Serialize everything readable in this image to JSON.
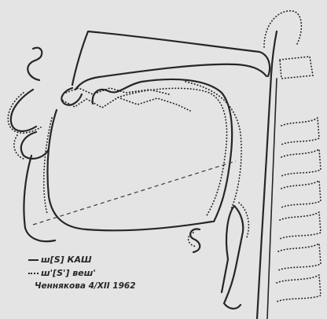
{
  "background": "#e4e4e4",
  "ink": "#262626",
  "legend": {
    "solid_label": "ш[S] КАШ",
    "dotted_label": "ш'[S'] веш'",
    "caption": "Ченнякова 4/XII 1962"
  }
}
